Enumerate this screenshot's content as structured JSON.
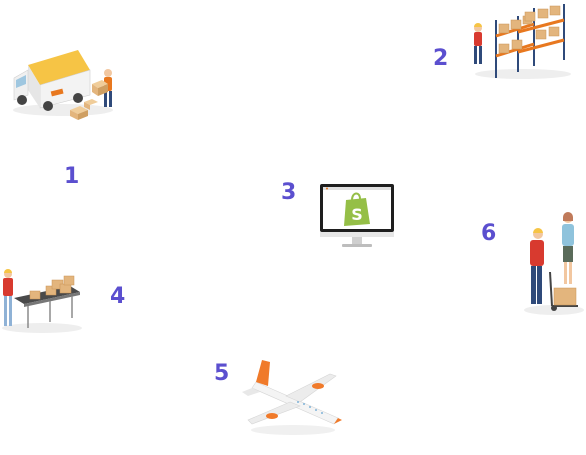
{
  "steps": [
    {
      "number": "1",
      "icon": "delivery-truck-icon"
    },
    {
      "number": "2",
      "icon": "warehouse-shelves-icon"
    },
    {
      "number": "3",
      "icon": "shopify-monitor-icon"
    },
    {
      "number": "4",
      "icon": "packing-conveyor-icon"
    },
    {
      "number": "5",
      "icon": "airplane-icon"
    },
    {
      "number": "6",
      "icon": "customer-handoff-icon"
    }
  ],
  "colors": {
    "step_number": "#5b4fcf",
    "truck_yellow": "#f6c445",
    "box_tan": "#e3b57d",
    "shelf_orange": "#e8781f",
    "shopify_green": "#95bf47",
    "plane_orange": "#f07a2a"
  }
}
